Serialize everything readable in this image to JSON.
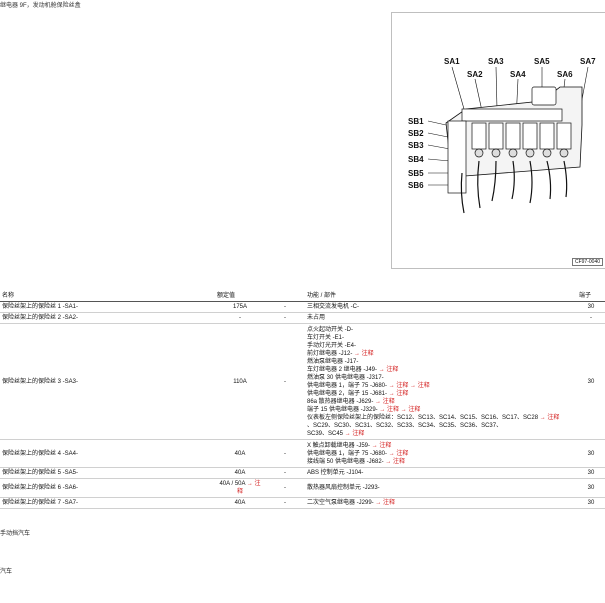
{
  "header": {
    "caption": "继电器 9F，发动机舱保险丝盒"
  },
  "diagram": {
    "figure_code": "CF97-0040",
    "sa_labels": [
      "SA1",
      "SA2",
      "SA3",
      "SA4",
      "SA5",
      "SA6",
      "SA7"
    ],
    "sb_labels": [
      "SB1",
      "SB2",
      "SB3",
      "SB4",
      "SB5",
      "SB6"
    ]
  },
  "table": {
    "headers": {
      "fuse": "名称",
      "value": "额定值",
      "dash": "",
      "function": "功能 / 部件",
      "terminal": "端子"
    },
    "rows": [
      {
        "fuse": "保险丝架上的保险丝 1 -SA1-",
        "value": "175A",
        "dash": "-",
        "functions": [
          {
            "text": "三相交流发电机 -C-",
            "note": ""
          }
        ],
        "terminal": "30"
      },
      {
        "fuse": "保险丝架上的保险丝 2 -SA2-",
        "value": "-",
        "dash": "-",
        "functions": [
          {
            "text": "未占用",
            "note": ""
          }
        ],
        "terminal": "-"
      },
      {
        "fuse": "保险丝架上的保险丝 3 -SA3-",
        "value": "110A",
        "dash": "-",
        "functions": [
          {
            "text": "点火起动开关 -D-",
            "note": ""
          },
          {
            "text": "车灯开关 -E1-",
            "note": ""
          },
          {
            "text": "手动灯光开关 -E4-",
            "note": ""
          },
          {
            "text": "前灯继电器 -J12-",
            "note": "→ 注释"
          },
          {
            "text": "燃油泵继电器 -J17-",
            "note": ""
          },
          {
            "text": "车灯继电器 2 继电器 -J49-",
            "note": "→ 注释"
          },
          {
            "text": "燃油泵 30 供电继电器 -J317-",
            "note": ""
          },
          {
            "text": "供电继电器 1，端子 75 -J680-",
            "note": "→ 注释 → 注释"
          },
          {
            "text": "供电继电器 2，端子 15 -J681-",
            "note": "→ 注释"
          },
          {
            "text": "86a 散热器继电器 -J629-",
            "note": "→ 注释"
          },
          {
            "text": "端子 15 供电继电器 -J329-",
            "note": "→ 注释 → 注释"
          },
          {
            "text": "仪表板左侧保险丝架上的保险丝：SC12、SC13、SC14、SC15、SC16、SC17、SC28",
            "note": "→ 注释"
          },
          {
            "text": "、SC29、SC30、SC31、SC32、SC33、SC34、SC35、SC36、SC37、",
            "note": ""
          },
          {
            "text": "SC39、SC45",
            "note": "→ 注释"
          }
        ],
        "terminal": "30"
      },
      {
        "fuse": "保险丝架上的保险丝 4 -SA4-",
        "value": "40A",
        "dash": "-",
        "functions": [
          {
            "text": "X 触点卸载继电器 -J59-",
            "note": "→ 注释"
          },
          {
            "text": "供电继电器 1，端子 75 -J680-",
            "note": "→ 注释"
          },
          {
            "text": "接线端 50 供电继电器 -J682-",
            "note": "→ 注释"
          }
        ],
        "terminal": "30"
      },
      {
        "fuse": "保险丝架上的保险丝 5 -SA5-",
        "value": "40A",
        "dash": "-",
        "functions": [
          {
            "text": "ABS 控制单元 -J104-",
            "note": ""
          }
        ],
        "terminal": "30"
      },
      {
        "fuse": "保险丝架上的保险丝 6 -SA6-",
        "value": "40A / 50A",
        "value_note": "→ 注释",
        "dash": "-",
        "functions": [
          {
            "text": "散热器风扇控制单元 -J293-",
            "note": ""
          }
        ],
        "terminal": "30"
      },
      {
        "fuse": "保险丝架上的保险丝 7 -SA7-",
        "value": "40A",
        "dash": "-",
        "functions": [
          {
            "text": "二次空气泵继电器 -J299-",
            "note": "→ 注释"
          }
        ],
        "terminal": "30"
      }
    ]
  },
  "footnotes": {
    "first": "手动挡汽车",
    "second": "汽车"
  }
}
